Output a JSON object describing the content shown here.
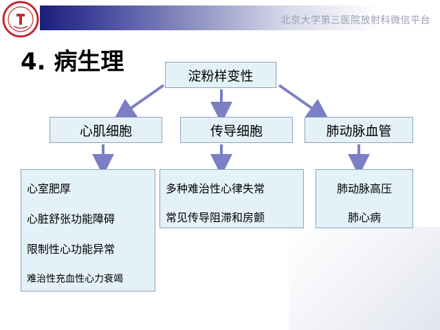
{
  "header": {
    "site_name": "北京大学第三医院放射科微信平台"
  },
  "slide": {
    "title": "4. 病生理"
  },
  "diagram": {
    "root": "淀粉样变性",
    "branches": [
      {
        "label": "心肌细胞",
        "items": [
          "心室肥厚",
          "心脏舒张功能障碍",
          "限制性心功能异常",
          "难治性充血性心力衰竭"
        ]
      },
      {
        "label": "传导细胞",
        "items": [
          "多种难治性心律失常",
          "常见传导阻滞和房颤"
        ]
      },
      {
        "label": "肺动脉血管",
        "items": [
          "肺动脉高压",
          "肺心病"
        ]
      }
    ]
  },
  "colors": {
    "header_dark": "#1c1f7a",
    "box_fill": "#e4f2f8",
    "box_border": "#8aa0b8",
    "arrow": "#7b7fc4",
    "logo_red": "#c0262d"
  }
}
